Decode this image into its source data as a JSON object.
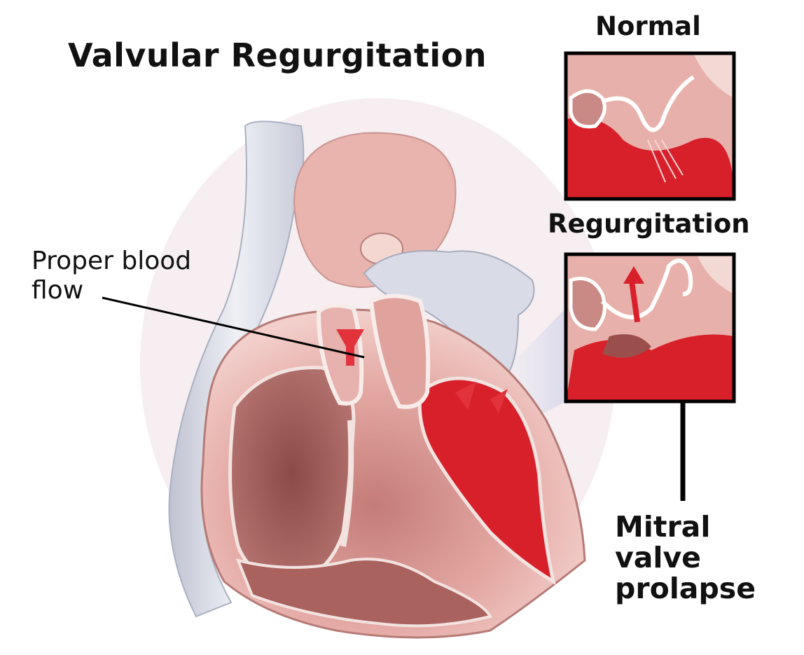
{
  "diagram": {
    "title": "Valvular Regurgitation",
    "insets": {
      "normal_label": "Normal",
      "regurgitation_label": "Regurgitation"
    },
    "callouts": {
      "proper_blood_flow": "Proper blood flow",
      "mitral_valve_prolapse": "Mitral valve prolapse"
    },
    "colors": {
      "blood": "#d8202a",
      "tissue": "#e8a9a4",
      "tissue_dark": "#9c5a57",
      "vessel": "#d9dce6",
      "inset_border": "#000000"
    }
  }
}
